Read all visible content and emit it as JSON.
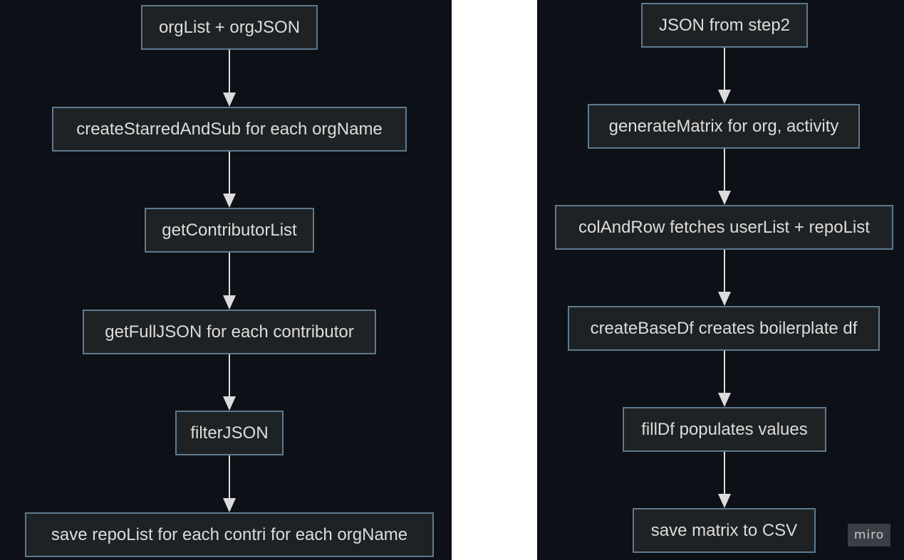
{
  "left_flow": {
    "steps": [
      "orgList + orgJSON",
      "createStarredAndSub for each orgName",
      "getContributorList",
      "getFullJSON for each contributor",
      "filterJSON",
      "save repoList for each contri for each orgName"
    ]
  },
  "right_flow": {
    "steps": [
      "JSON from step2",
      "generateMatrix for org, activity",
      "colAndRow fetches userList + repoList",
      "createBaseDf creates boilerplate df",
      "fillDf populates values",
      "save matrix to CSV"
    ]
  },
  "watermark": {
    "text": "miro"
  },
  "colors": {
    "panel_background": "#0d1016",
    "node_fill": "#1f2224",
    "node_border": "#5d7a90",
    "text": "#dcdcdc",
    "arrow": "#dcdcdc"
  }
}
